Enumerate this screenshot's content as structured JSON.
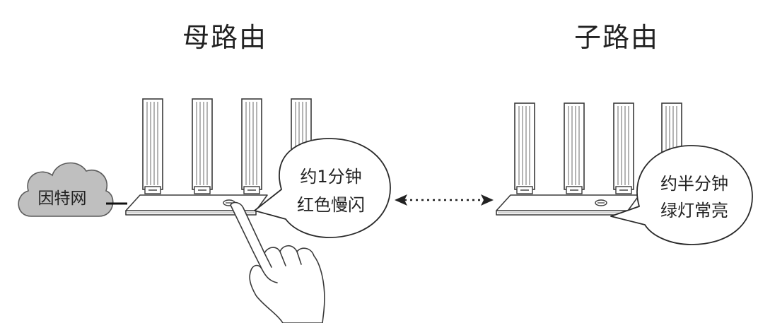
{
  "main_router": {
    "title": "母路由",
    "bubble_line1": "约1分钟",
    "bubble_line2": "红色慢闪"
  },
  "sub_router": {
    "title": "子路由",
    "bubble_line1": "约半分钟",
    "bubble_line2": "绿灯常亮"
  },
  "internet": {
    "label": "因特网"
  },
  "colors": {
    "line": "#3a3a3a",
    "cloud_fill": "#bfbfbf",
    "text": "#222222"
  },
  "icons": {
    "connector": "bidirectional-dashed-arrow",
    "hand": "pointing-hand",
    "cloud": "internet-cloud"
  }
}
